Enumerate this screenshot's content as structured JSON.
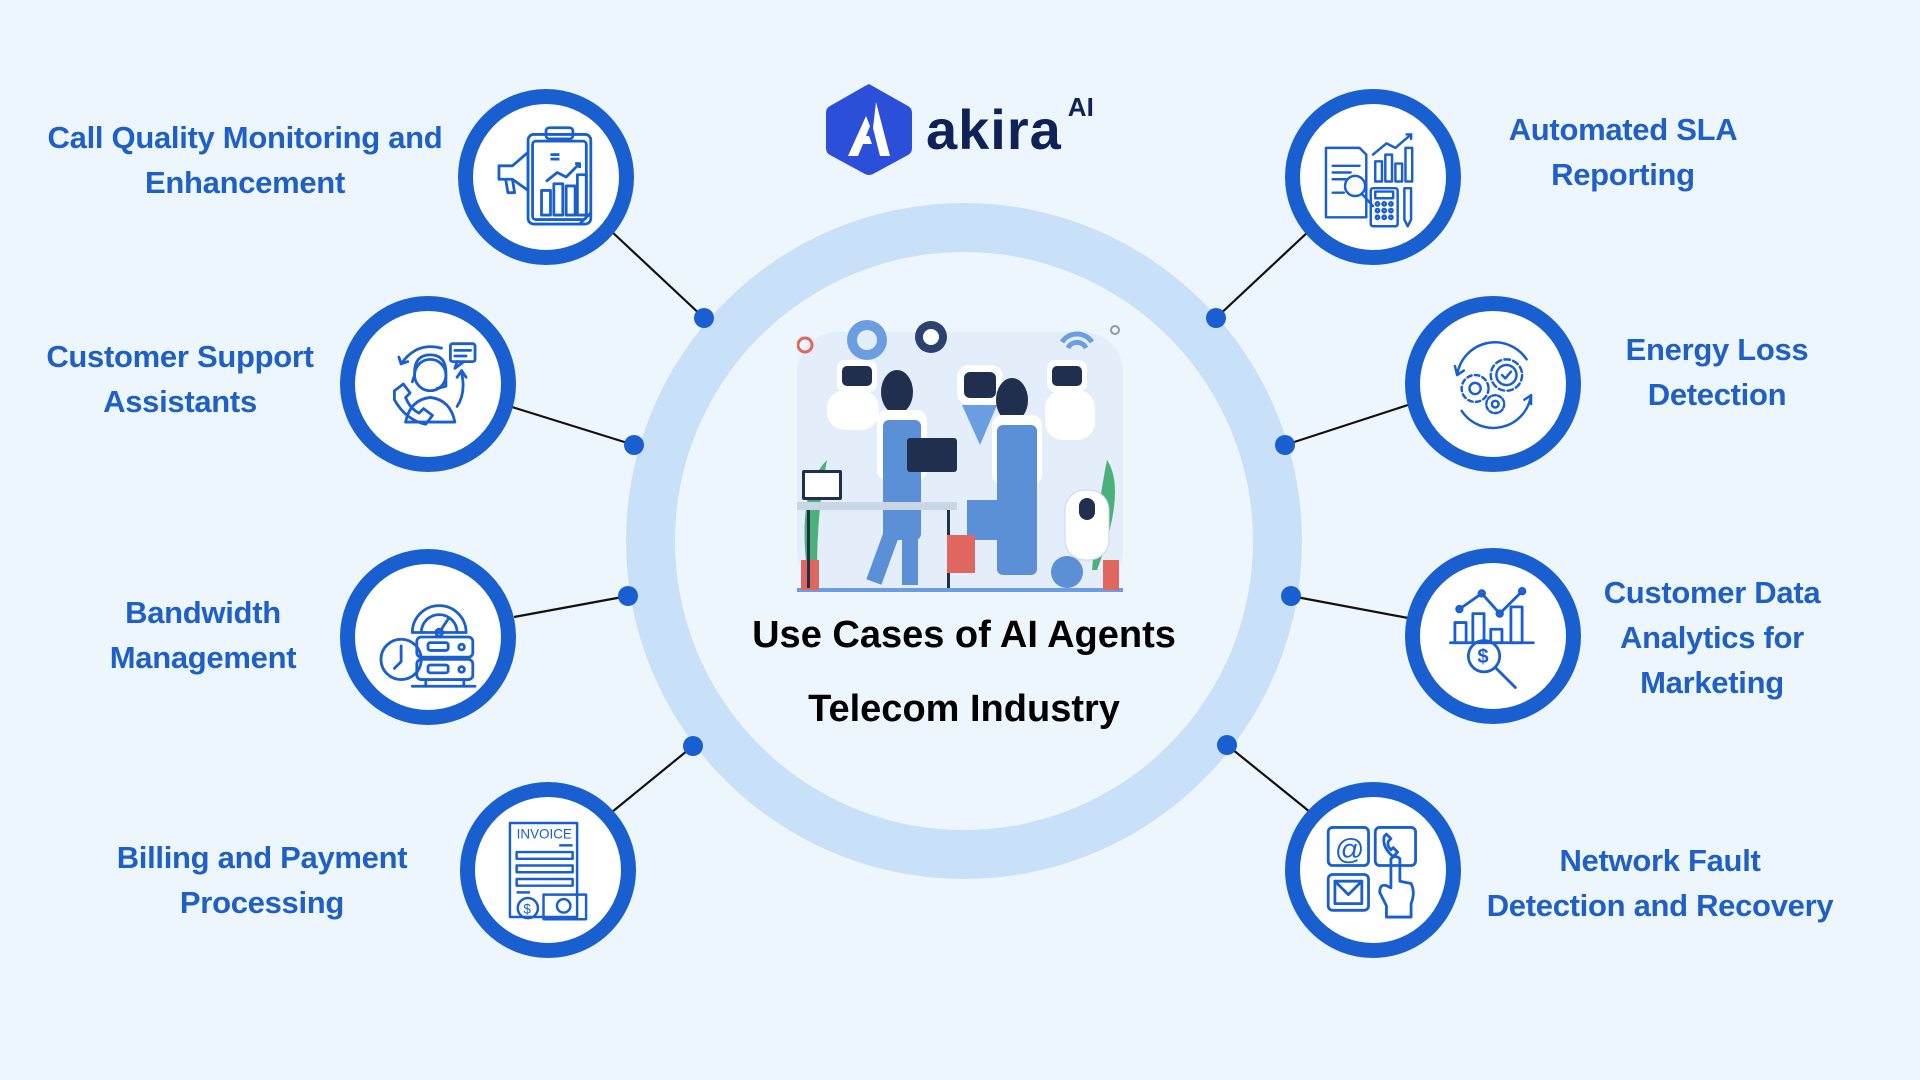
{
  "brand": {
    "name": "akira",
    "superscript": "AI",
    "logo_icon": "akira-hexagon-logo-icon",
    "color": "#2b4fd8",
    "text_color": "#0f2257"
  },
  "title": {
    "line1": "Use Cases of AI Agents",
    "line2": "Telecom Industry"
  },
  "center_illustration": {
    "icon": "robots-working-illustration"
  },
  "colors": {
    "background": "#eef6fd",
    "accent_blue": "#1a5fd0",
    "label_blue": "#1f5fc8",
    "ring_light_blue": "#c9e0f9",
    "title_text": "#000000"
  },
  "use_cases": {
    "left": [
      {
        "line1": "Call Quality Monitoring and",
        "line2": "Enhancement",
        "icon": "clipboard-megaphone-chart-icon"
      },
      {
        "line1": "Customer Support",
        "line2": "Assistants",
        "icon": "support-agent-headset-icon"
      },
      {
        "line1": "Bandwidth",
        "line2": "Management",
        "icon": "speedometer-server-clock-icon"
      },
      {
        "line1": "Billing and Payment",
        "line2": "Processing",
        "icon": "invoice-payment-icon"
      }
    ],
    "right": [
      {
        "line1": "Automated SLA",
        "line2": "Reporting",
        "icon": "report-calculator-chart-icon"
      },
      {
        "line1": "Energy Loss",
        "line2": "Detection",
        "icon": "gears-cycle-check-icon"
      },
      {
        "line1": "Customer Data",
        "line2": "Analytics for",
        "line3": "Marketing",
        "icon": "analytics-dollar-magnifier-icon"
      },
      {
        "line1": "Network Fault",
        "line2": "Detection and Recovery",
        "icon": "contact-touch-icon"
      }
    ]
  }
}
